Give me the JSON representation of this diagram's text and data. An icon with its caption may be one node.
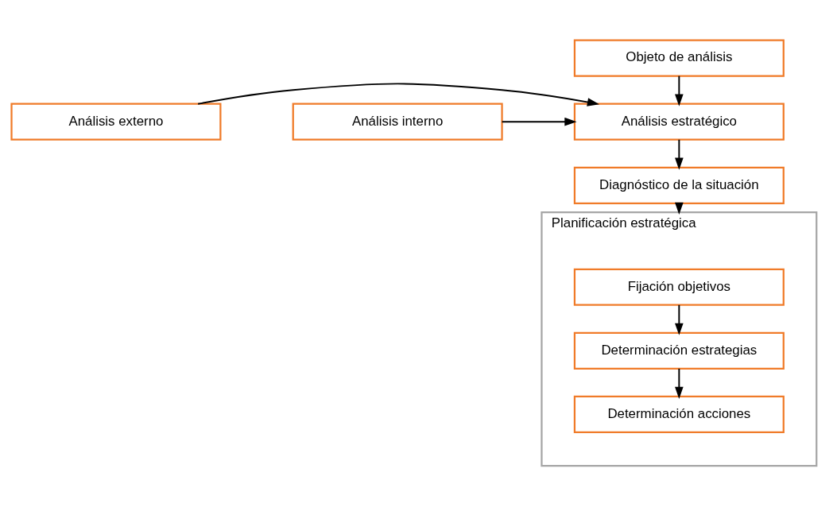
{
  "diagram": {
    "nodes": [
      {
        "text": [
          "Objeto de análisis"
        ]
      },
      {
        "text": [
          "Análisis externo"
        ]
      },
      {
        "text": [
          "Análisis estratégico"
        ]
      },
      {
        "text": [
          "Análisis interno"
        ]
      },
      {
        "text": [
          "Diagnóstico de la situación"
        ]
      },
      {
        "text": [
          "Planificación estratégica"
        ]
      },
      {
        "text": [
          "Fijación objetivos"
        ],
        "in": 5
      },
      {
        "text": [
          "Determinación estrategias"
        ],
        "in": 5
      },
      {
        "text": [
          "Determinación acciones"
        ],
        "in": 5
      }
    ],
    "edges": [
      {
        "from": 0,
        "to": 2,
        "arrow": "to"
      },
      {
        "from": 1,
        "to": 2,
        "arrow": "to"
      },
      {
        "from": 3,
        "to": 2,
        "arrow": "to"
      },
      {
        "from": 2,
        "to": 4,
        "arrow": "to"
      },
      {
        "from": 4,
        "to": 5,
        "arrow": "to"
      },
      {
        "from": 6,
        "to": 7,
        "arrow": "to"
      },
      {
        "from": 7,
        "to": 8,
        "arrow": "to"
      }
    ]
  }
}
